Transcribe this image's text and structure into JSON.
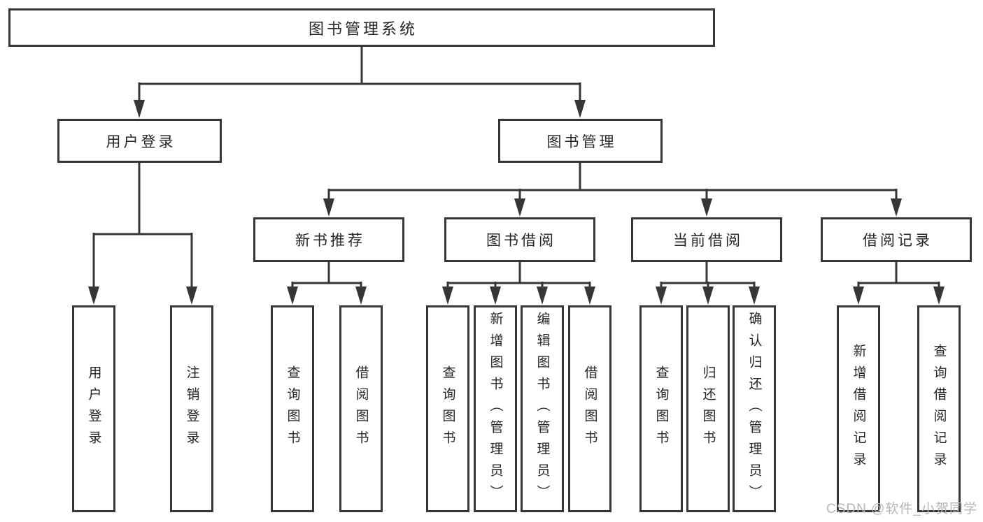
{
  "diagram": {
    "type": "hierarchy-tree",
    "colors": {
      "line": "#363636",
      "box_border": "#363636",
      "text": "#262626",
      "background": "#ffffff",
      "watermark_text": "#b5b5b5"
    },
    "tree": {
      "root": {
        "label": "图书管理系统",
        "children": [
          {
            "label": "用户登录",
            "children": [
              {
                "label": "用户登录"
              },
              {
                "label": "注销登录"
              }
            ]
          },
          {
            "label": "图书管理",
            "children": [
              {
                "label": "新书推荐",
                "children": [
                  {
                    "label": "查询图书"
                  },
                  {
                    "label": "借阅图书"
                  }
                ]
              },
              {
                "label": "图书借阅",
                "children": [
                  {
                    "label": "查询图书"
                  },
                  {
                    "label": "新增图书（管理员）"
                  },
                  {
                    "label": "编辑图书（管理员）"
                  },
                  {
                    "label": "借阅图书"
                  }
                ]
              },
              {
                "label": "当前借阅",
                "children": [
                  {
                    "label": "查询图书"
                  },
                  {
                    "label": "归还图书"
                  },
                  {
                    "label": "确认归还（管理员）"
                  }
                ]
              },
              {
                "label": "借阅记录",
                "children": [
                  {
                    "label": "新增借阅记录"
                  },
                  {
                    "label": "查询借阅记录"
                  }
                ]
              }
            ]
          }
        ]
      }
    }
  },
  "watermark": {
    "text": "CSDN @软件_小贺同学"
  }
}
